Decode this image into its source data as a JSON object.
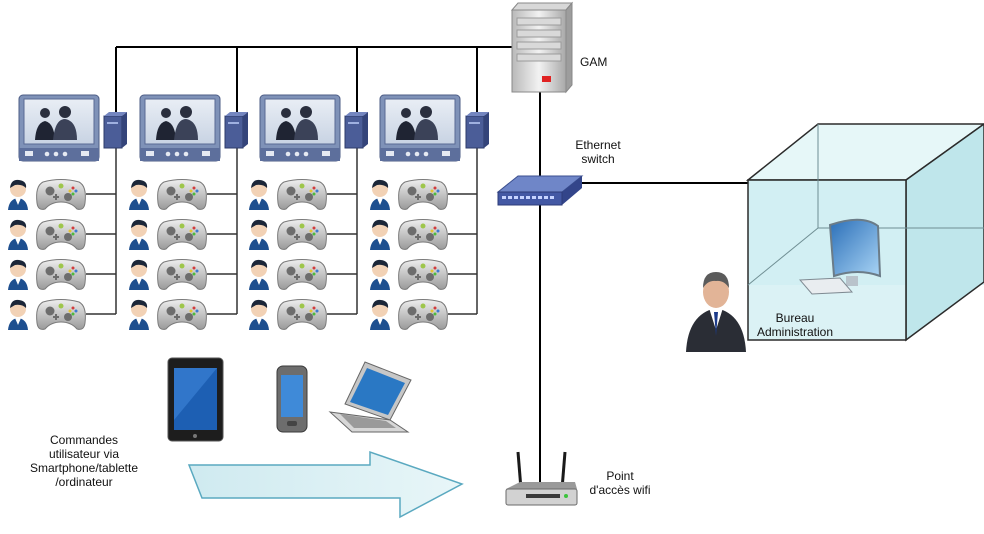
{
  "labels": {
    "gam": "GAM",
    "switch_line1": "Ethernet",
    "switch_line2": "switch",
    "office_line1": "Bureau",
    "office_line2": "Administration",
    "wifi_line1": "Point",
    "wifi_line2": "d'accès wifi",
    "commands_line1": "Commandes",
    "commands_line2": "utilisateur via",
    "commands_line3": "Smartphone/tablette",
    "commands_line4": "/ordinateur"
  },
  "stations": [
    {
      "tv": "tv-1",
      "players": 4
    },
    {
      "tv": "tv-2",
      "players": 4
    },
    {
      "tv": "tv-3",
      "players": 4
    },
    {
      "tv": "tv-4",
      "players": 4
    }
  ],
  "icons": [
    "server-icon",
    "switch-icon",
    "wifi-router-icon",
    "tv-icon",
    "console-icon",
    "player-icon",
    "gamepad-icon",
    "tablet-icon",
    "smartphone-icon",
    "laptop-icon",
    "administrator-icon",
    "office-monitor-icon"
  ],
  "colors": {
    "line": "#000000",
    "tv_frame": "#7d8fb5",
    "device_blue": "#4a5b9a",
    "glass": "#cdeff2",
    "arrow_fill": "#d8f0f4"
  }
}
